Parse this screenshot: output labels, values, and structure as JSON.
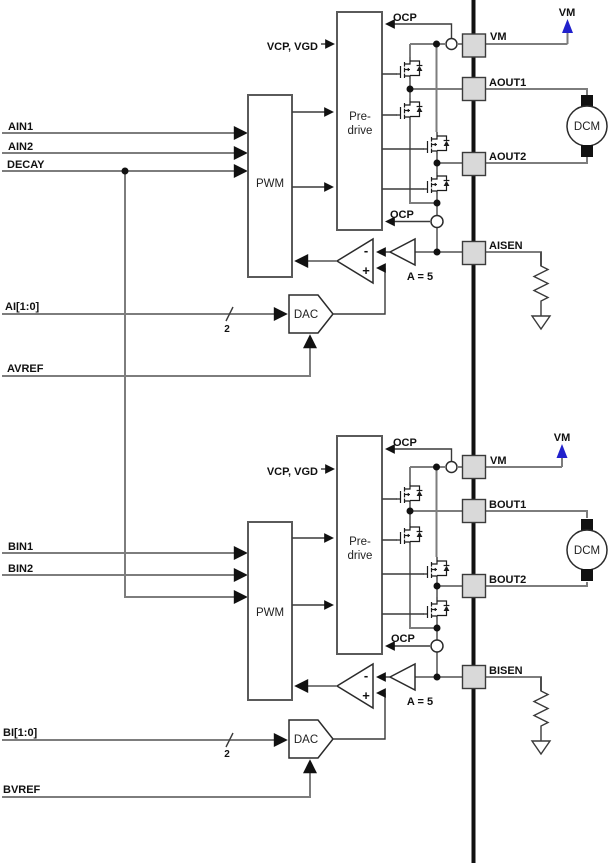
{
  "colors": {
    "wire": "#7d7d7d",
    "line": "#3a3a3a",
    "box_border": "#5a5a5a",
    "pad_fill": "#d9d9d9",
    "vm_arrow_blue": "#2121cc"
  },
  "channels": [
    {
      "in1": "AIN1",
      "in2": "AIN2",
      "in3": "DECAY",
      "bus": "AI[1:0]",
      "bus_bits": "2",
      "vref": "AVREF",
      "supply": "VCP, VGD",
      "pwm": "PWM",
      "predrive1": "Pre-",
      "predrive2": "drive",
      "dac": "DAC",
      "ocp_top": "OCP",
      "ocp_bot": "OCP",
      "gain": "A = 5",
      "minus": "-",
      "plus": "+",
      "pin_vm": "VM",
      "pin_out1": "AOUT1",
      "pin_out2": "AOUT2",
      "pin_sense": "AISEN",
      "vm_rail": "VM",
      "motor": "DCM"
    },
    {
      "in1": "BIN1",
      "in2": "BIN2",
      "bus": "BI[1:0]",
      "bus_bits": "2",
      "vref": "BVREF",
      "supply": "VCP, VGD",
      "pwm": "PWM",
      "predrive1": "Pre-",
      "predrive2": "drive",
      "dac": "DAC",
      "ocp_top": "OCP",
      "ocp_bot": "OCP",
      "gain": "A = 5",
      "minus": "-",
      "plus": "+",
      "pin_vm": "VM",
      "pin_out1": "BOUT1",
      "pin_out2": "BOUT2",
      "pin_sense": "BISEN",
      "vm_rail": "VM",
      "motor": "DCM"
    }
  ]
}
